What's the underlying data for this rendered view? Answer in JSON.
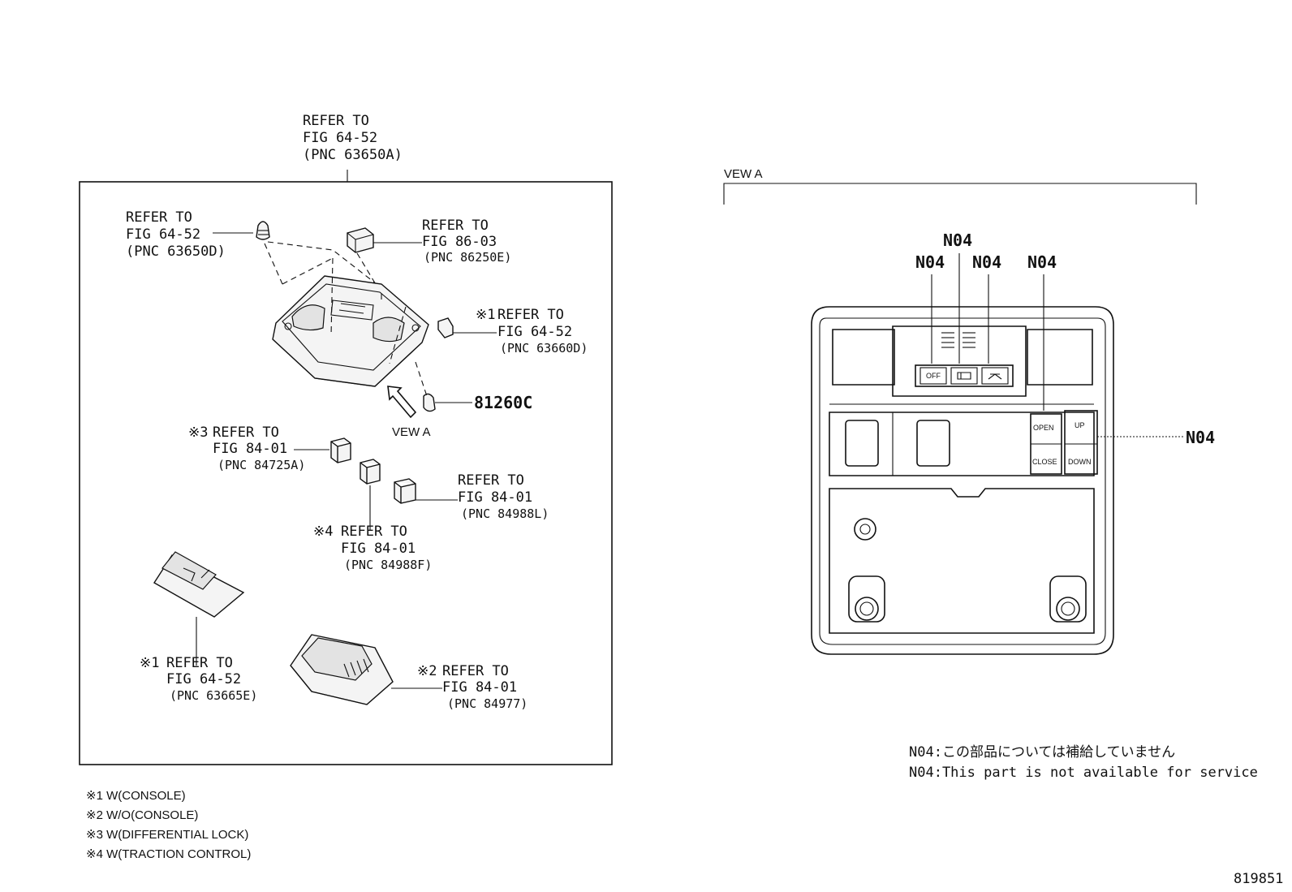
{
  "callouts": {
    "top_refer": [
      "REFER TO",
      "FIG 64-52",
      "(PNC 63650A)"
    ],
    "refer_63650d": [
      "REFER TO",
      "FIG 64-52",
      "(PNC 63650D)"
    ],
    "refer_86250e": [
      "REFER TO",
      "FIG 86-03",
      "(PNC 86250E)"
    ],
    "refer_63660d": [
      "REFER TO",
      "FIG 64-52",
      "(PNC 63660D)"
    ],
    "part_81260c": "81260C",
    "view_a_arrow": "VEW A",
    "refer_84725a": [
      "REFER TO",
      "FIG 84-01",
      "(PNC 84725A)"
    ],
    "refer_84988l": [
      "REFER TO",
      "FIG 84-01",
      "(PNC 84988L)"
    ],
    "refer_84988f": [
      "REFER TO",
      "FIG 84-01",
      "(PNC 84988F)"
    ],
    "refer_63665e": [
      "REFER TO",
      "FIG 64-52",
      "(PNC 63665E)"
    ],
    "refer_84977": [
      "REFER TO",
      "FIG 84-01",
      "(PNC 84977)"
    ]
  },
  "marks": {
    "m1": "※1",
    "m2": "※2",
    "m3": "※3",
    "m4": "※4"
  },
  "view_a": {
    "title": "VEW A",
    "n04": "N04",
    "buttons": {
      "off": "OFF",
      "open": "OPEN",
      "close": "CLOSE",
      "up": "UP",
      "down": "DOWN"
    }
  },
  "notes": {
    "ja": "N04:この部品については補給していません",
    "en": "N04:This part is not available for service"
  },
  "legend": [
    "※1 W(CONSOLE)",
    "※2 W/O(CONSOLE)",
    "※3 W(DIFFERENTIAL LOCK)",
    "※4 W(TRACTION CONTROL)"
  ],
  "figure_number": "819851"
}
